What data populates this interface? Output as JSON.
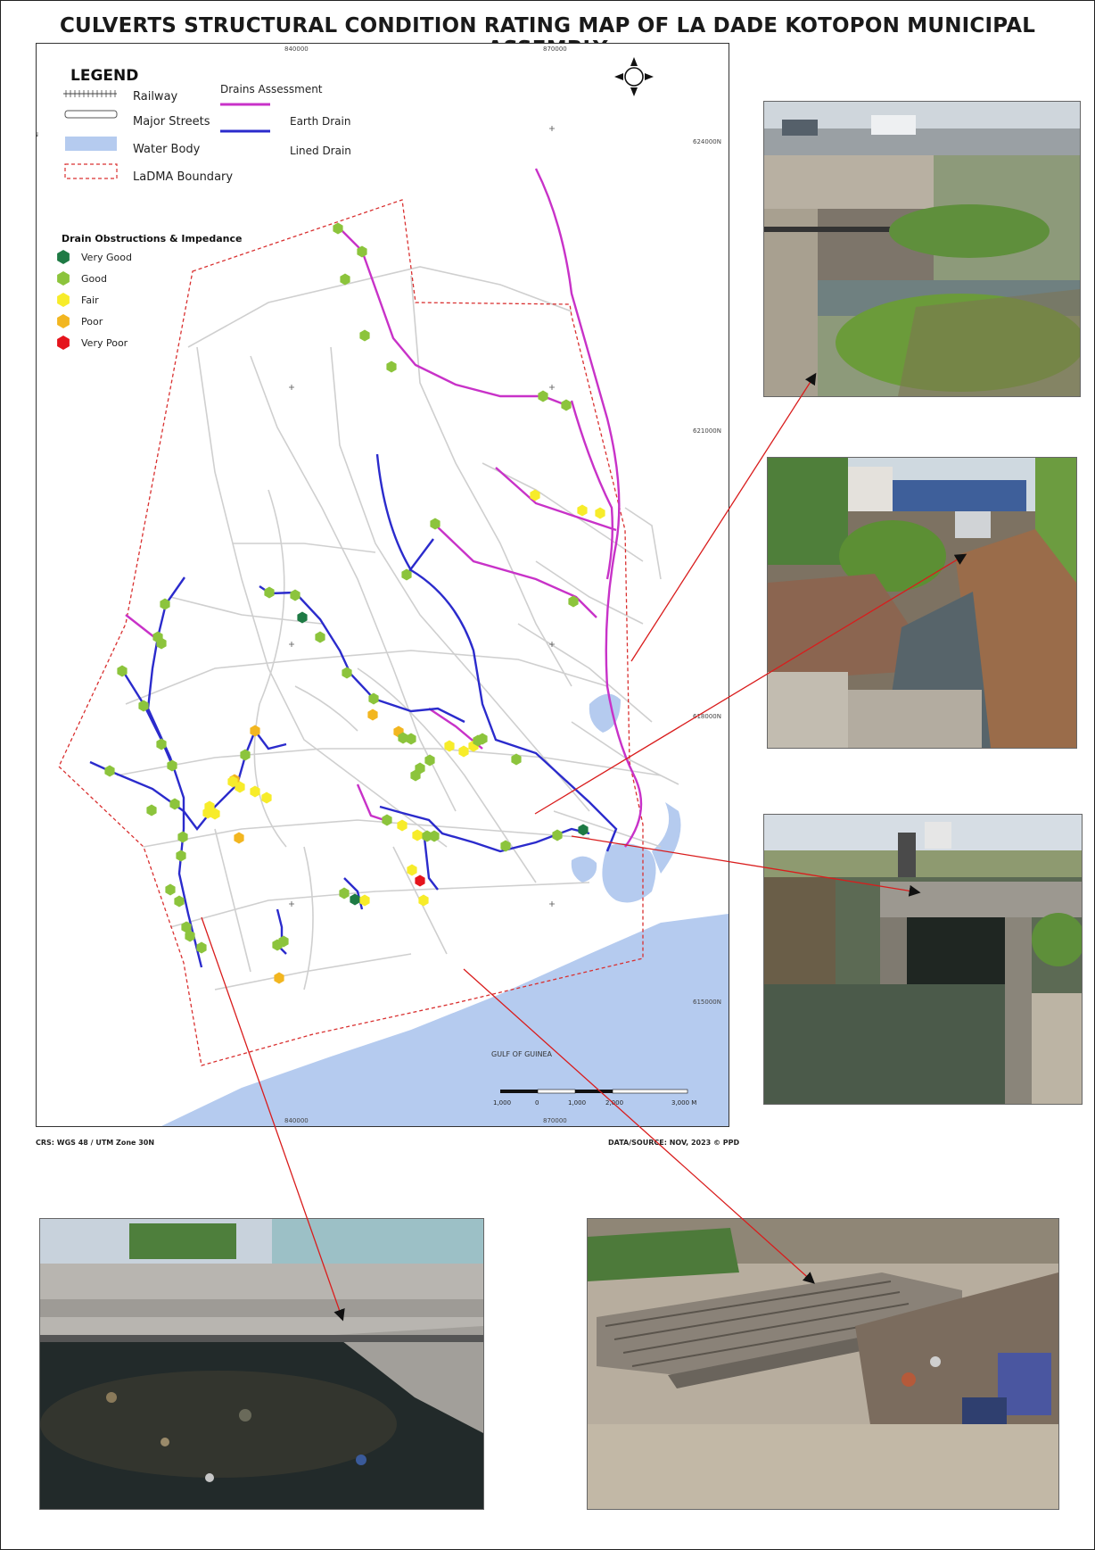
{
  "title": "CULVERTS STRUCTURAL CONDITION RATING MAP OF LA DADE KOTOPON MUNICIPAL ASSEMBLY",
  "legend": {
    "title": "LEGEND",
    "railway": "Railway",
    "major_streets": "Major Streets",
    "water_body": "Water Body",
    "boundary": "LaDMA Boundary",
    "drains_title": "Drains Assessment",
    "earth_drain": "Earth Drain",
    "lined_drain": "Lined Drain"
  },
  "obstructions": {
    "title": "Drain Obstructions & Impedance",
    "very_good": "Very Good",
    "good": "Good",
    "fair": "Fair",
    "poor": "Poor",
    "very_poor": "Very Poor"
  },
  "colors": {
    "very_good": "#1e7a44",
    "good": "#8cc43c",
    "fair": "#f7ec2a",
    "poor": "#f2b620",
    "very_poor": "#e5141c",
    "earth_drain": "#c832c8",
    "lined_drain": "#2b2bcc",
    "water": "#b5cbef",
    "boundary": "#d93030",
    "street": "#cfcfcf"
  },
  "ticks": {
    "x_top_1": "840000",
    "x_top_2": "870000",
    "x_bot_1": "840000",
    "x_bot_2": "870000",
    "y_1": "624000N",
    "y_2": "621000N",
    "y_3": "618000N",
    "y_4": "615000N"
  },
  "gulf_label": "GULF OF GUINEA",
  "scale": {
    "labels": [
      "1,000",
      "0",
      "1,000",
      "2,000",
      "3,000 M"
    ]
  },
  "footer": {
    "crs": "CRS: WGS 48 / UTM Zone 30N",
    "source": "DATA/SOURCE:  NOV, 2023 © PPD"
  }
}
